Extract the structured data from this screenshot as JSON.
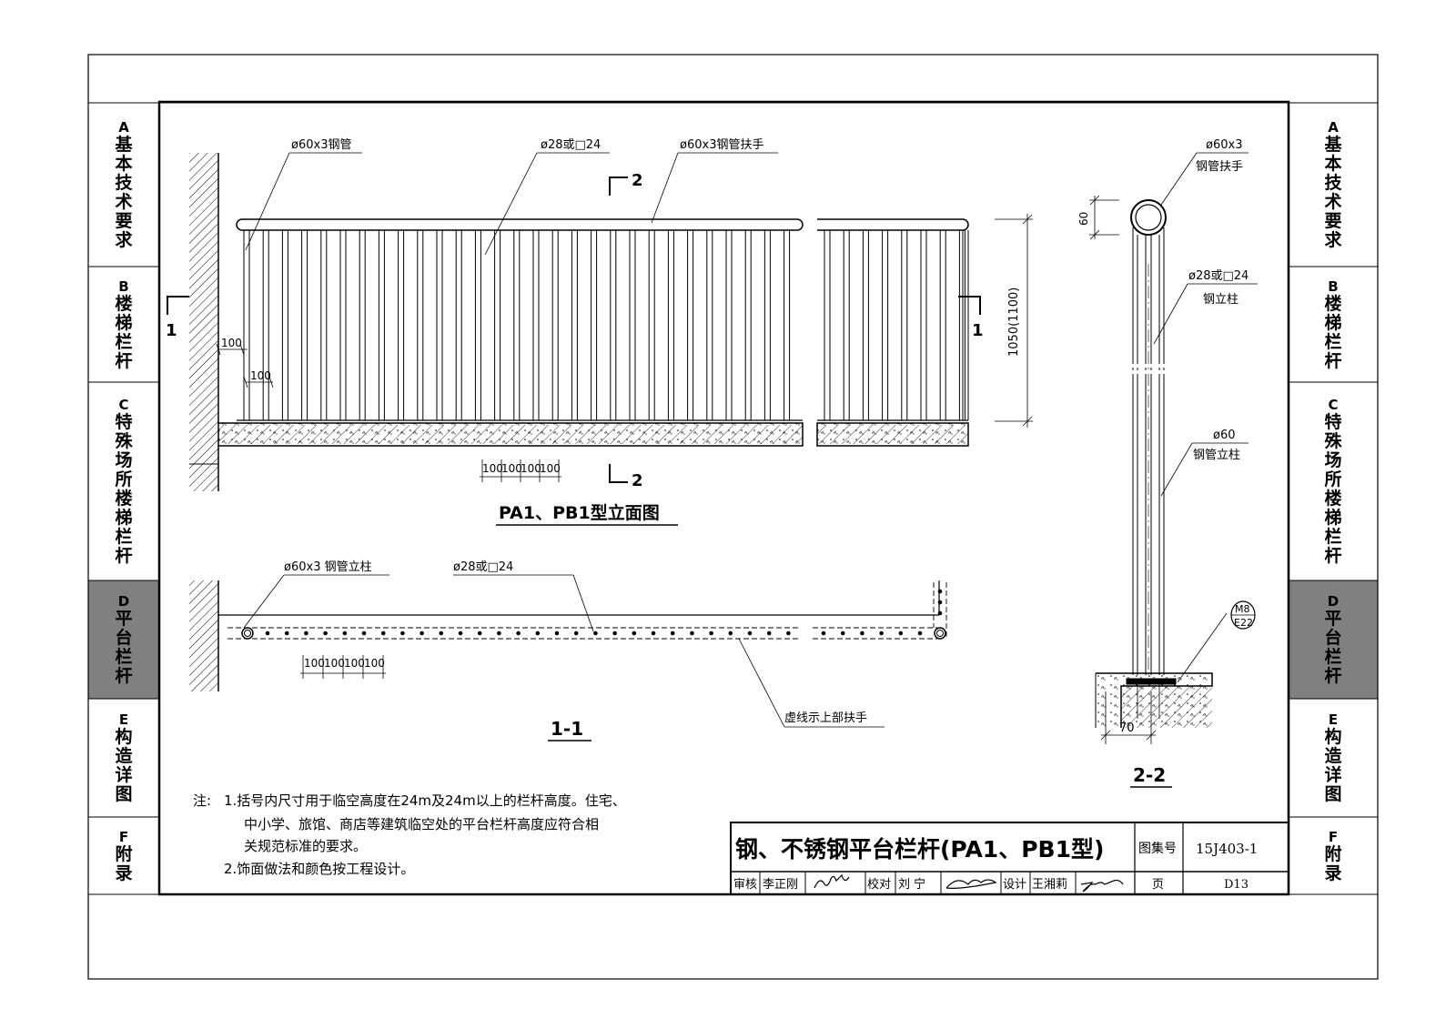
{
  "sidebar": {
    "tabs": [
      {
        "letter": "A",
        "label": "基本技术要求",
        "active": false
      },
      {
        "letter": "B",
        "label": "楼梯栏杆",
        "active": false
      },
      {
        "letter": "C",
        "label": "特殊场所楼梯栏杆",
        "active": false
      },
      {
        "letter": "D",
        "label": "平台栏杆",
        "active": true
      },
      {
        "letter": "E",
        "label": "构造详图",
        "active": false
      },
      {
        "letter": "F",
        "label": "附录",
        "active": false
      }
    ]
  },
  "elevation": {
    "label_pipe": "ø60x3钢管",
    "label_bar": "ø28或□24",
    "label_handrail": "ø60x3钢管扶手",
    "dim_height": "1050(1100)",
    "dim_100": "100",
    "dim_repeat": [
      "100",
      "100",
      "100",
      "100"
    ],
    "section_1": "1",
    "section_2": "2",
    "title": "PA1、PB1型立面图"
  },
  "plan": {
    "label_post": "ø60x3  钢管立柱",
    "label_bar": "ø28或□24",
    "label_dashed": "虚线示上部扶手",
    "dim_repeat": [
      "100",
      "100",
      "100",
      "100"
    ],
    "title": "1-1"
  },
  "section": {
    "label_handrail_1": "ø60x3",
    "label_handrail_2": "钢管扶手",
    "label_bar_1": "ø28或□24",
    "label_bar_2": "钢立柱",
    "label_post_1": "ø60",
    "label_post_2": "钢管立柱",
    "anchor_1": "M8",
    "anchor_2": "E22",
    "dim_60": "60",
    "dim_70": "70",
    "title": "2-2"
  },
  "notes": {
    "prefix": "注:",
    "line1": "1.括号内尺寸用于临空高度在24m及24m以上的栏杆高度。住宅、",
    "line2": "中小学、旅馆、商店等建筑临空处的平台栏杆高度应符合相",
    "line3": "关规范标准的要求。",
    "line4": "2.饰面做法和颜色按工程设计。"
  },
  "title_block": {
    "title": "钢、不锈钢平台栏杆(PA1、PB1型)",
    "atlas_label": "图集号",
    "atlas_no": "15J403-1",
    "review_label": "审核",
    "reviewer": "李正刚",
    "check_label": "校对",
    "checker": "刘 宁",
    "design_label": "设计",
    "designer": "王湘莉",
    "page_label": "页",
    "page_no": "D13"
  }
}
